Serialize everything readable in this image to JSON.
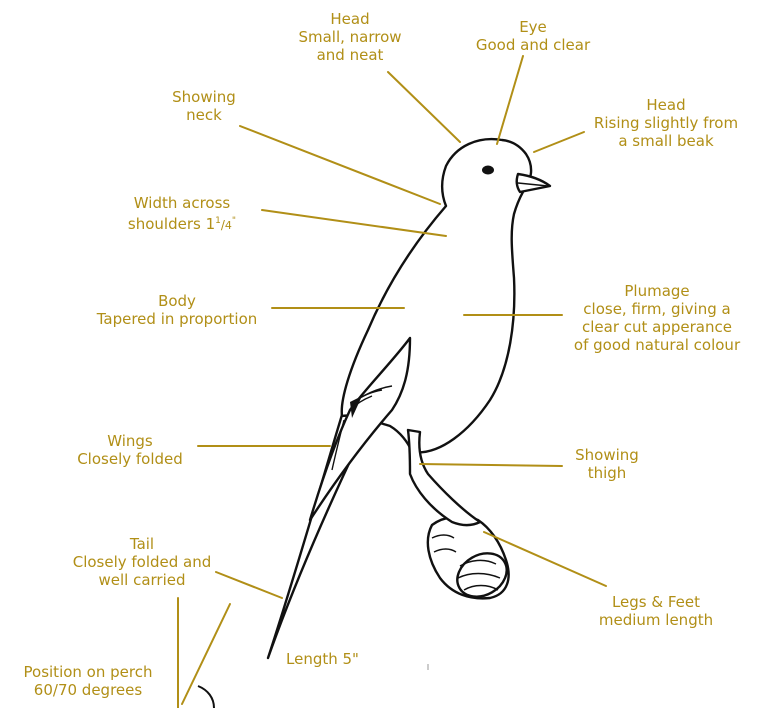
{
  "labels": {
    "head_small": {
      "title": "Head",
      "l2": "Small, narrow",
      "l3": "and neat"
    },
    "eye": {
      "title": "Eye",
      "l2": "Good and clear"
    },
    "showing_neck": {
      "l1": "Showing",
      "l2": "neck"
    },
    "head_rising": {
      "title": "Head",
      "l2": "Rising slightly from",
      "l3": "a small beak"
    },
    "width_shoulders": {
      "l1": "Width across",
      "l2_prefix": "shoulders 1",
      "sup": "1",
      "slash": "/",
      "sub": "4",
      "quote": "\""
    },
    "body": {
      "title": "Body",
      "l2": "Tapered in proportion"
    },
    "plumage": {
      "title": "Plumage",
      "l2": "close, firm, giving a",
      "l3": "clear cut apperance",
      "l4": "of good natural colour"
    },
    "wings": {
      "title": "Wings",
      "l2": "Closely folded"
    },
    "showing_thigh": {
      "l1": "Showing",
      "l2": "thigh"
    },
    "tail": {
      "title": "Tail",
      "l2": "Closely folded and",
      "l3": "well carried"
    },
    "legs_feet": {
      "title": "Legs & Feet",
      "l2": "medium length"
    },
    "length": {
      "text": "Length 5\""
    },
    "position": {
      "l1": "Position on perch",
      "l2": "60/70 degrees"
    }
  },
  "colors": {
    "annotation": "#b18f17",
    "ink": "#111111",
    "background": "#ffffff"
  }
}
